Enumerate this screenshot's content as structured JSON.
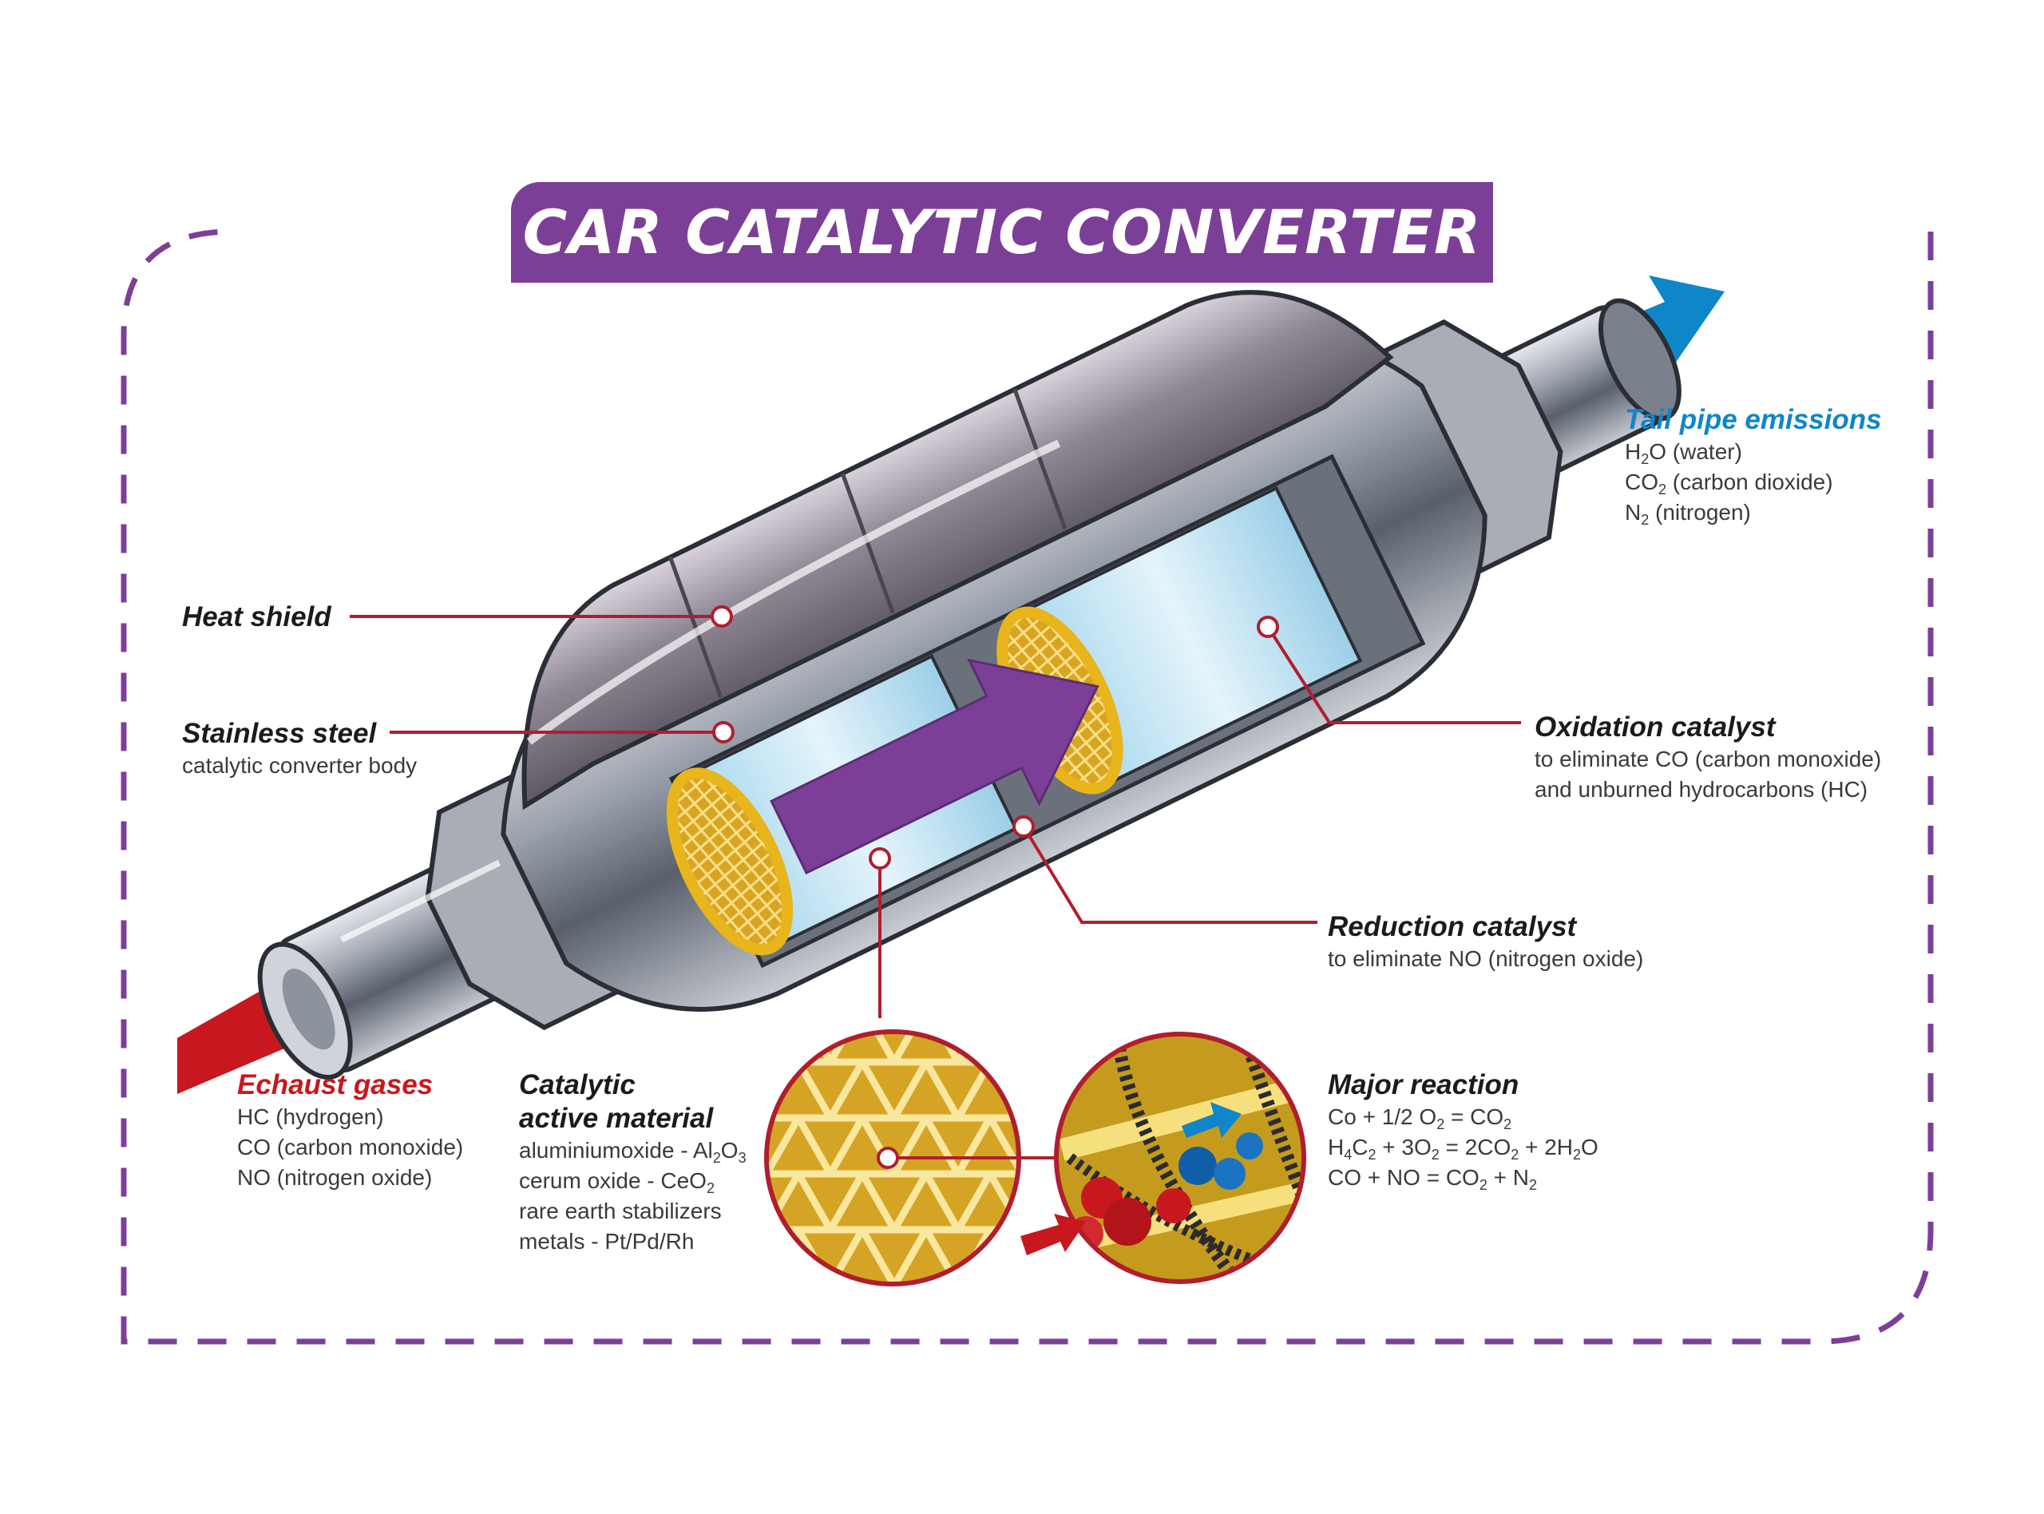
{
  "title": "CAR CATALYTIC CONVERTER",
  "colors": {
    "brand_purple": "#7c3f98",
    "exhaust_red": "#c8171e",
    "emission_blue": "#0f86c9",
    "leader_red": "#b01e2e",
    "catalyst_yellow": "#f2c32e",
    "ceramic_blue": "#bfe3f3"
  },
  "labels": {
    "heat_shield": {
      "title": "Heat shield"
    },
    "stainless_steel": {
      "title": "Stainless steel",
      "desc": "catalytic converter body"
    },
    "oxidation_catalyst": {
      "title": "Oxidation catalyst",
      "desc1": "to eliminate CO (carbon monoxide)",
      "desc2": "and unburned hydrocarbons (HC)"
    },
    "reduction_catalyst": {
      "title": "Reduction catalyst",
      "desc": "to eliminate NO (nitrogen oxide)"
    },
    "tail_pipe": {
      "title": "Tail pipe emissions",
      "h2o": {
        "a": "H",
        "sub": "2",
        "b": "O (water)"
      },
      "co2": {
        "a": "CO",
        "sub": "2",
        "b": " (carbon dioxide)"
      },
      "n2": {
        "a": "N",
        "sub": "2",
        "b": " (nitrogen)"
      }
    },
    "exhaust": {
      "title": "Echaust gases",
      "l1": "HC (hydrogen)",
      "l2": "CO (carbon monoxide)",
      "l3": "NO (nitrogen oxide)"
    },
    "catalytic": {
      "title1": "Catalytic",
      "title2": "active material",
      "l1": {
        "a": "aluminiumoxide - Al",
        "s1": "2",
        "b": "O",
        "s2": "3"
      },
      "l2": {
        "a": "cerum oxide - CeO",
        "s1": "2"
      },
      "l3": "rare earth stabilizers",
      "l4": "metals - Pt/Pd/Rh"
    },
    "reaction": {
      "title": "Major reaction",
      "r1": {
        "a": "Co + 1/2 O",
        "s1": "2",
        "b": " = CO",
        "s2": "2"
      },
      "r2": {
        "a": "H",
        "s1": "4",
        "b": "C",
        "s2": "2",
        "c": " + 3O",
        "s3": "2",
        "d": " = 2CO",
        "s4": "2",
        "e": " + 2H",
        "s5": "2",
        "f": "O"
      },
      "r3": {
        "a": "CO + NO = CO",
        "s1": "2",
        "b": " + N",
        "s2": "2"
      }
    }
  }
}
